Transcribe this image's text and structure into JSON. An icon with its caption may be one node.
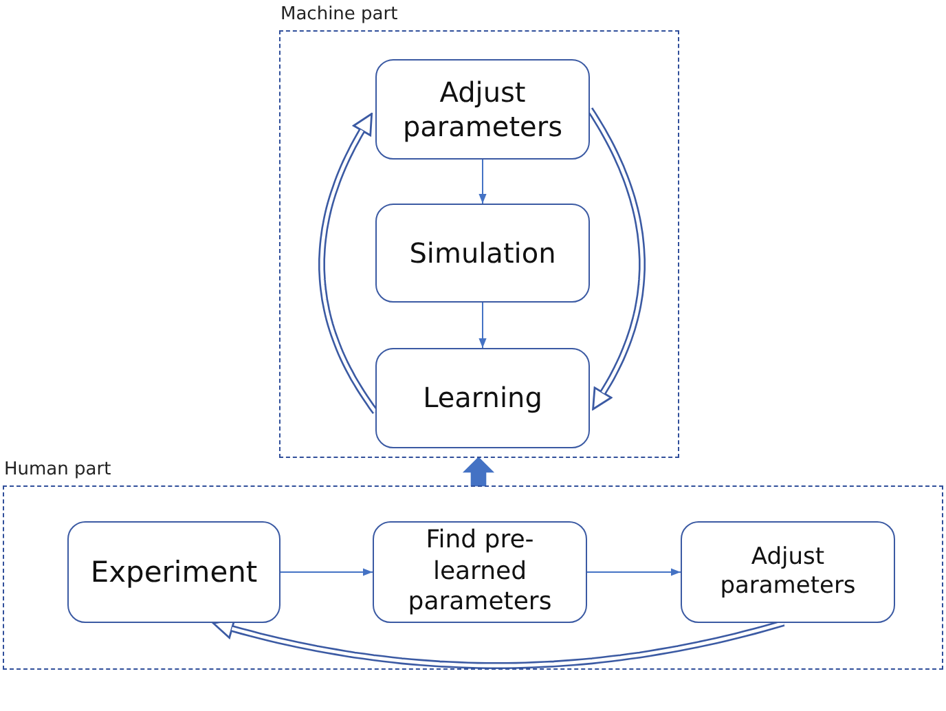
{
  "diagram": {
    "nodes": [
      {
        "text": [
          "Machine part"
        ]
      },
      {
        "text": [
          "Adjust parameters"
        ],
        "in": 0
      },
      {
        "text": [
          "Simulation"
        ],
        "in": 0
      },
      {
        "text": [
          "Learning"
        ],
        "in": 0
      },
      {
        "text": [
          "Human part"
        ]
      },
      {
        "text": [
          "Experiment"
        ],
        "in": 4
      },
      {
        "text": [
          "Find pre-learned parameters"
        ],
        "in": 4
      },
      {
        "text": [
          "Adjust parameters"
        ],
        "in": 4
      }
    ],
    "edges": [
      {
        "from": 1,
        "to": 2,
        "arrow": "to"
      },
      {
        "from": 2,
        "to": 3,
        "arrow": "to"
      },
      {
        "from": 3,
        "to": 1,
        "arrow": "to",
        "style": "thick"
      },
      {
        "from": 1,
        "to": 3,
        "arrow": "to",
        "style": "thick"
      },
      {
        "from": 4,
        "to": 0,
        "arrow": "to",
        "style": "thick",
        "color": "#4472c4"
      },
      {
        "from": 5,
        "to": 6,
        "arrow": "to"
      },
      {
        "from": 6,
        "to": 7,
        "arrow": "to"
      },
      {
        "from": 7,
        "to": 5,
        "arrow": "to",
        "style": "thick"
      }
    ]
  }
}
